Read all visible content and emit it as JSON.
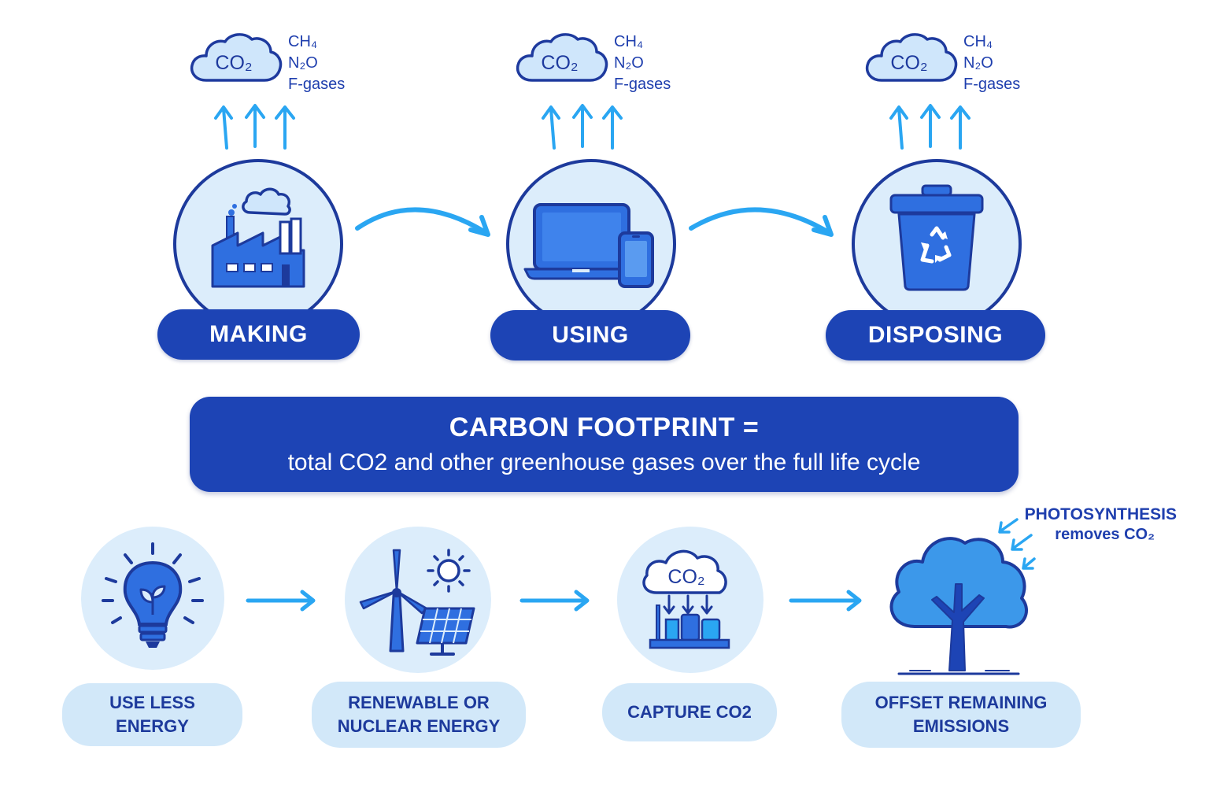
{
  "emissions": {
    "cloud_label": "CO₂",
    "gases": [
      "CH₄",
      "N₂O",
      "F-gases"
    ]
  },
  "stages": [
    {
      "label": "MAKING",
      "icon": "factory-icon"
    },
    {
      "label": "USING",
      "icon": "laptop-phone-icon"
    },
    {
      "label": "DISPOSING",
      "icon": "recycle-bin-icon"
    }
  ],
  "banner": {
    "title": "CARBON FOOTPRINT =",
    "subtitle": "total CO2 and other greenhouse gases over the full life cycle"
  },
  "reductions": [
    {
      "lines": [
        "USE LESS",
        "ENERGY"
      ],
      "icon": "lightbulb-icon"
    },
    {
      "lines": [
        "RENEWABLE OR",
        "NUCLEAR ENERGY"
      ],
      "icon": "wind-solar-icon"
    },
    {
      "lines": [
        "CAPTURE CO2"
      ],
      "icon": "carbon-capture-icon",
      "cloud_label": "CO₂"
    },
    {
      "lines": [
        "OFFSET REMAINING",
        "EMISSIONS"
      ],
      "icon": "tree-icon"
    }
  ],
  "photosynthesis": {
    "line1": "PHOTOSYNTHESIS",
    "line2": "removes CO₂"
  },
  "colors": {
    "dark_blue": "#1d44b5",
    "mid_blue": "#2f6fe0",
    "light_blue": "#dcedfb",
    "arrow_blue": "#2aa6f2"
  }
}
